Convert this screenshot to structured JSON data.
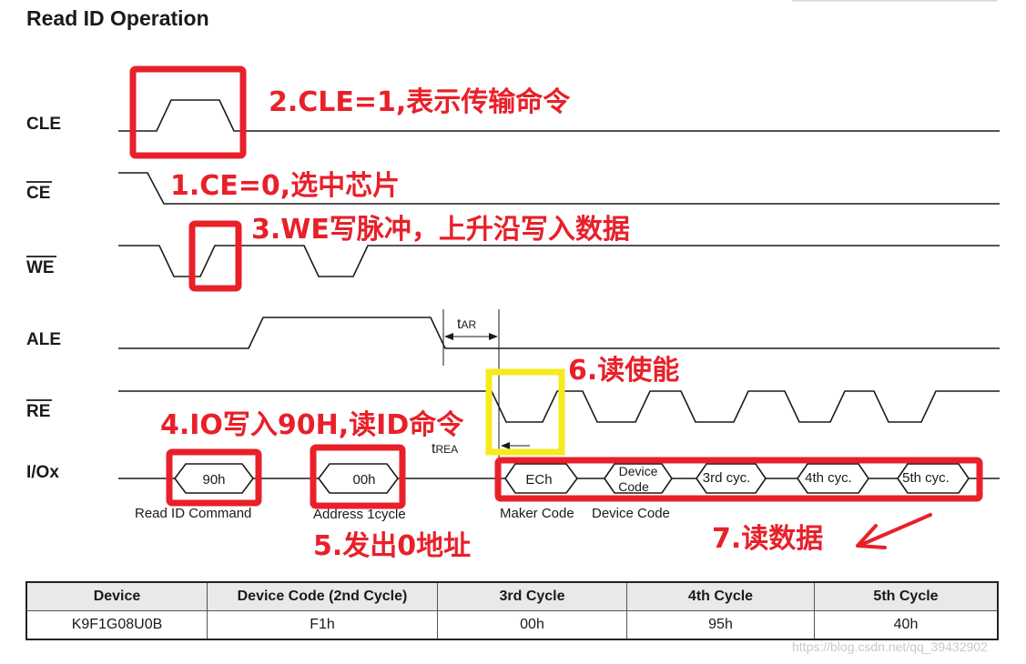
{
  "title": "Read ID Operation",
  "signals": {
    "cle": "CLE",
    "ce": "CE",
    "we": "WE",
    "ale": "ALE",
    "re": "RE",
    "io": "I/Ox"
  },
  "timing": {
    "tar_t": "t",
    "tar_sub": "AR",
    "trea_t": "t",
    "trea_sub": "REA"
  },
  "bus": {
    "cmd": "90h",
    "addr": "00h",
    "ech": "ECh",
    "dev_line1": "Device",
    "dev_line2": "Code",
    "c3": "3rd cyc.",
    "c4": "4th cyc.",
    "c5": "5th cyc."
  },
  "captions": {
    "cmd": "Read ID Command",
    "addr": "Address 1cycle",
    "maker": "Maker Code",
    "device": "Device Code"
  },
  "annotations": [
    "2.CLE=1,表示传输命令",
    "1.CE=0,选中芯片",
    "3.WE写脉冲，上升沿写入数据",
    "6.读使能",
    "4.IO写入90H,读ID命令",
    "5.发出0地址",
    "7.读数据"
  ],
  "annotation_colors": {
    "red": "#e8202a",
    "yellow": "#f5ea1c"
  },
  "table": {
    "headers": [
      "Device",
      "Device Code (2nd Cycle)",
      "3rd Cycle",
      "4th Cycle",
      "5th Cycle"
    ],
    "rows": [
      [
        "K9F1G08U0B",
        "F1h",
        "00h",
        "95h",
        "40h"
      ]
    ]
  },
  "watermark": "https://blog.csdn.net/qq_39432902"
}
